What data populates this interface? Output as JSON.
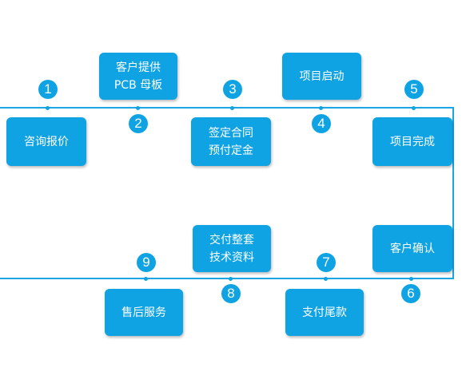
{
  "steps": [
    {
      "number": "1",
      "label": "咨询报价"
    },
    {
      "number": "2",
      "label": "客户提供\nPCB 母板"
    },
    {
      "number": "3",
      "label": "签定合同\n预付定金"
    },
    {
      "number": "4",
      "label": "项目启动"
    },
    {
      "number": "5",
      "label": "项目完成"
    },
    {
      "number": "6",
      "label": "客户确认"
    },
    {
      "number": "7",
      "label": "支付尾款"
    },
    {
      "number": "8",
      "label": "交付整套\n技术资料"
    },
    {
      "number": "9",
      "label": "售后服务"
    }
  ]
}
